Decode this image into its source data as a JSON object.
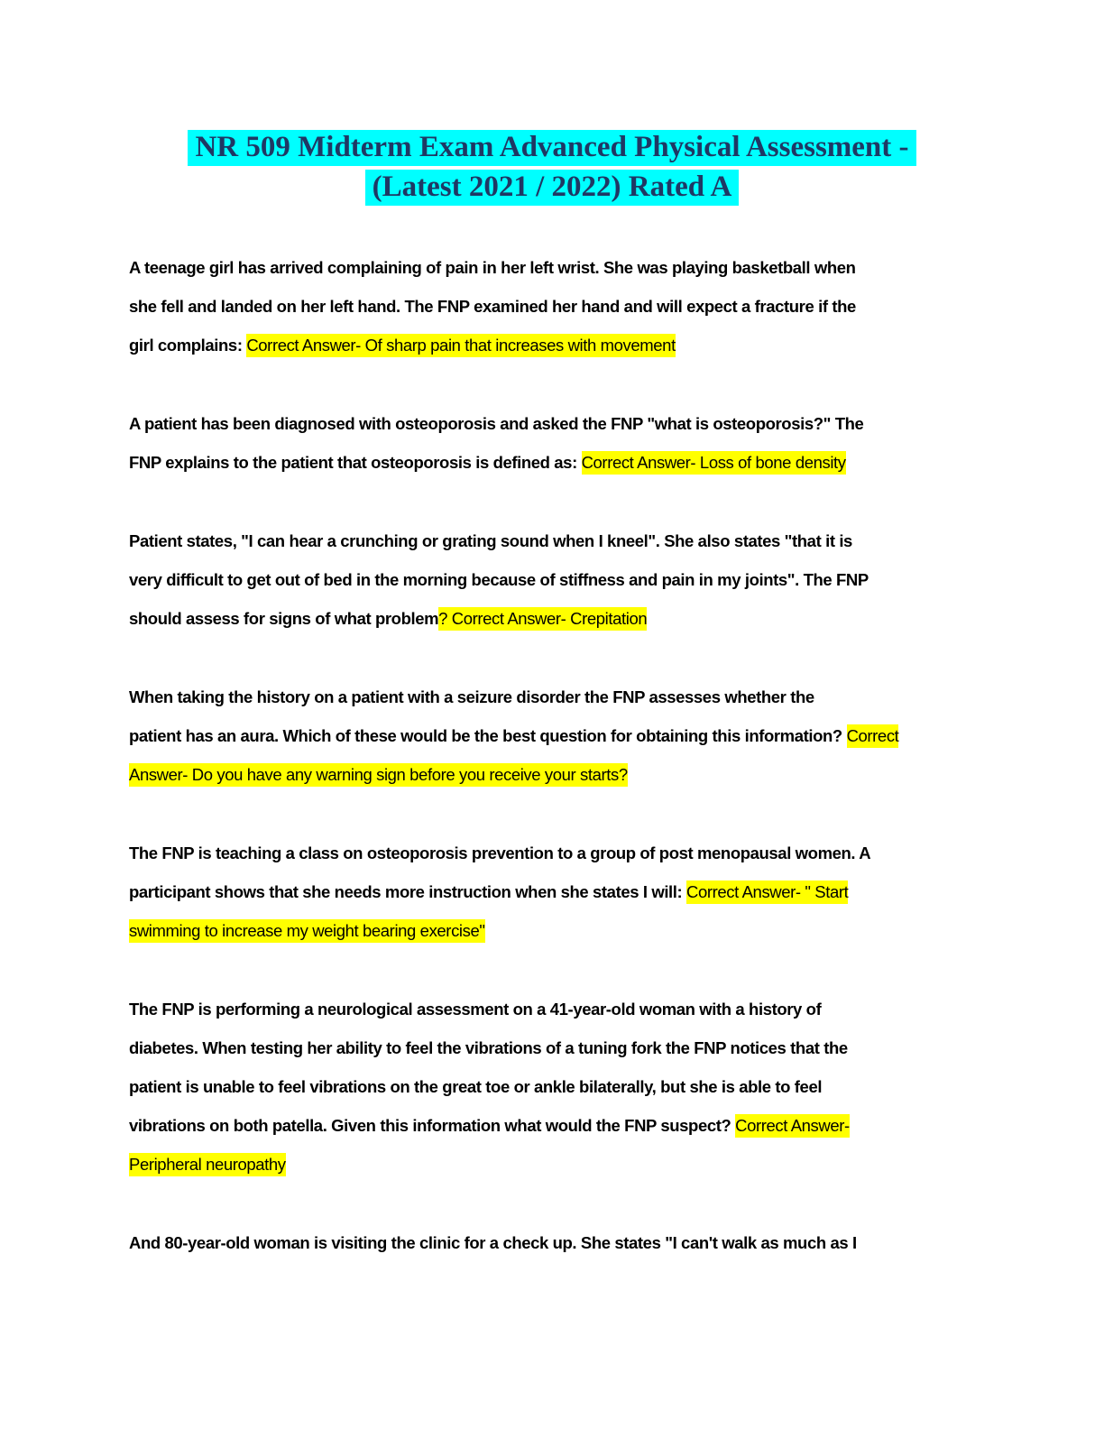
{
  "colors": {
    "page_background": "#ffffff",
    "title_text": "#1f3864",
    "title_highlight": "#00ffff",
    "answer_highlight": "#ffff00",
    "body_text": "#000000"
  },
  "document": {
    "title": {
      "lines": [
        "NR 509 Midterm Exam Advanced Physical Assessment -",
        "(Latest 2021 / 2022) Rated A"
      ]
    },
    "paragraphs": [
      {
        "runs": [
          {
            "text": "A teenage girl has arrived complaining of pain in her left wrist. She was playing basketball when\nshe fell and landed on her left hand. The FNP examined her hand and will expect a fracture if the\ngirl complains: ",
            "highlight": false
          },
          {
            "text": "Correct Answer- Of sharp pain that increases with movement",
            "highlight": true
          }
        ]
      },
      {
        "runs": [
          {
            "text": "A patient has been diagnosed with osteoporosis and asked the FNP \"what is osteoporosis?\" The\nFNP explains to the patient that osteoporosis is defined as: ",
            "highlight": false
          },
          {
            "text": "Correct Answer- Loss of bone density",
            "highlight": true
          }
        ]
      },
      {
        "runs": [
          {
            "text": "Patient states, \"I can hear a crunching or grating sound when I kneel\". She also states \"that it is\nvery difficult to get out of bed in the morning because of stiffness and pain in my joints\". The FNP\nshould assess for signs of what problem",
            "highlight": false
          },
          {
            "text": "? Correct Answer- Crepitation",
            "highlight": true
          }
        ]
      },
      {
        "runs": [
          {
            "text": "When taking the history on a patient with a seizure disorder the FNP assesses whether the\npatient has an aura. Which of these would be the best question for obtaining this information? ",
            "highlight": false
          },
          {
            "text": "Correct\nAnswer- Do you have any warning sign before you receive your starts?",
            "highlight": true
          }
        ]
      },
      {
        "runs": [
          {
            "text": "The FNP is teaching a class on osteoporosis prevention to a group of post menopausal women. A\nparticipant shows that she needs more instruction when she states I will: ",
            "highlight": false
          },
          {
            "text": "Correct Answer- \" Start\nswimming to increase my weight bearing exercise\"",
            "highlight": true
          }
        ]
      },
      {
        "runs": [
          {
            "text": "The FNP is performing a neurological assessment on a 41-year-old woman with a history of\ndiabetes. When testing her ability to feel the vibrations of a tuning fork the FNP notices that the\npatient is unable to feel vibrations on the great toe or ankle bilaterally, but she is able to feel\nvibrations on both patella. Given this information what would the FNP suspect? ",
            "highlight": false
          },
          {
            "text": "Correct Answer-\nPeripheral neuropathy",
            "highlight": true
          }
        ]
      },
      {
        "runs": [
          {
            "text": "And 80-year-old woman is visiting the clinic for a check up. She states \"I can't walk as much as I",
            "highlight": false
          }
        ]
      }
    ]
  }
}
